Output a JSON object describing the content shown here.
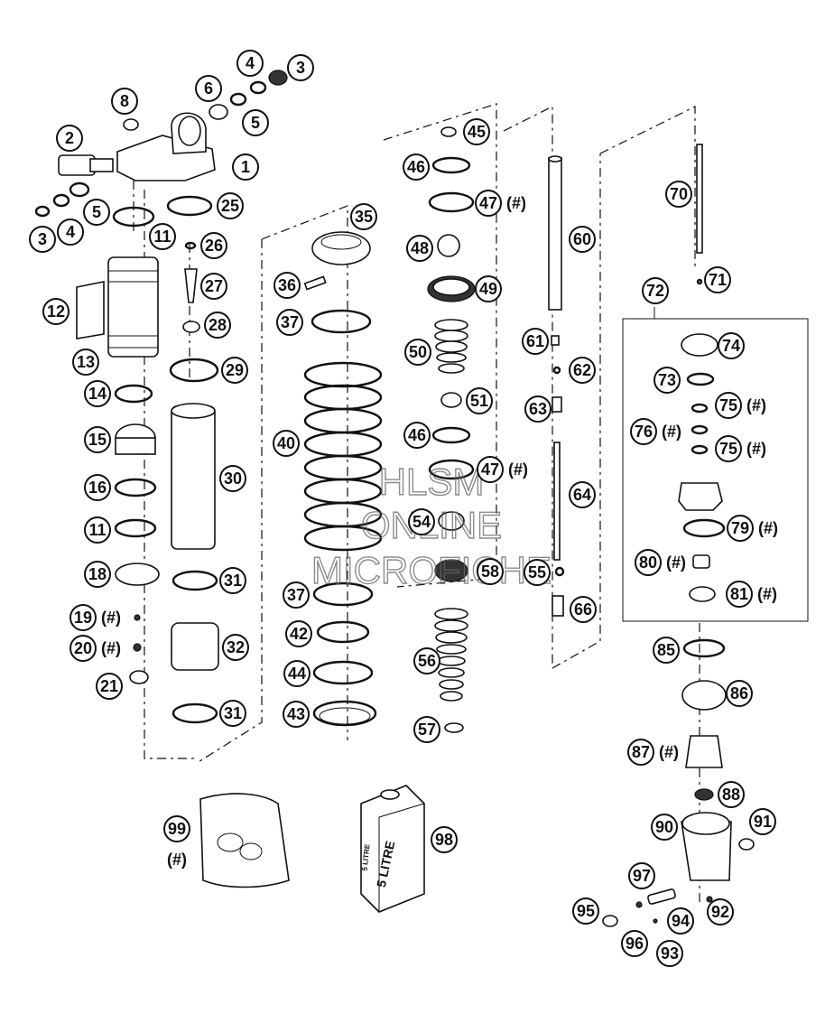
{
  "watermark": {
    "line1": "HLSM",
    "line2": "ONLINE",
    "line3": "MICROFICHE"
  },
  "package_label": "5 LITRE",
  "package_label_small": "5 LITRE",
  "callouts": [
    {
      "id": "p1",
      "label": "1",
      "hash": false
    },
    {
      "id": "p2",
      "label": "2",
      "hash": false
    },
    {
      "id": "p3a",
      "label": "3",
      "hash": false
    },
    {
      "id": "p3b",
      "label": "3",
      "hash": false
    },
    {
      "id": "p4a",
      "label": "4",
      "hash": false
    },
    {
      "id": "p4b",
      "label": "4",
      "hash": false
    },
    {
      "id": "p5a",
      "label": "5",
      "hash": false
    },
    {
      "id": "p5b",
      "label": "5",
      "hash": false
    },
    {
      "id": "p6",
      "label": "6",
      "hash": false
    },
    {
      "id": "p8",
      "label": "8",
      "hash": false
    },
    {
      "id": "p11a",
      "label": "11",
      "hash": false
    },
    {
      "id": "p11b",
      "label": "11",
      "hash": false
    },
    {
      "id": "p12",
      "label": "12",
      "hash": false
    },
    {
      "id": "p13",
      "label": "13",
      "hash": false
    },
    {
      "id": "p14",
      "label": "14",
      "hash": false
    },
    {
      "id": "p15",
      "label": "15",
      "hash": false
    },
    {
      "id": "p16",
      "label": "16",
      "hash": false
    },
    {
      "id": "p18",
      "label": "18",
      "hash": false
    },
    {
      "id": "p19",
      "label": "19",
      "hash": true
    },
    {
      "id": "p20",
      "label": "20",
      "hash": true
    },
    {
      "id": "p21",
      "label": "21",
      "hash": false
    },
    {
      "id": "p25",
      "label": "25",
      "hash": false
    },
    {
      "id": "p26",
      "label": "26",
      "hash": false
    },
    {
      "id": "p27",
      "label": "27",
      "hash": false
    },
    {
      "id": "p28",
      "label": "28",
      "hash": false
    },
    {
      "id": "p29",
      "label": "29",
      "hash": false
    },
    {
      "id": "p30",
      "label": "30",
      "hash": false
    },
    {
      "id": "p31a",
      "label": "31",
      "hash": false
    },
    {
      "id": "p31b",
      "label": "31",
      "hash": false
    },
    {
      "id": "p32",
      "label": "32",
      "hash": false
    },
    {
      "id": "p35",
      "label": "35",
      "hash": false
    },
    {
      "id": "p36",
      "label": "36",
      "hash": false
    },
    {
      "id": "p37a",
      "label": "37",
      "hash": false
    },
    {
      "id": "p37b",
      "label": "37",
      "hash": false
    },
    {
      "id": "p40",
      "label": "40",
      "hash": false
    },
    {
      "id": "p42",
      "label": "42",
      "hash": false
    },
    {
      "id": "p43",
      "label": "43",
      "hash": false
    },
    {
      "id": "p44",
      "label": "44",
      "hash": false
    },
    {
      "id": "p45",
      "label": "45",
      "hash": false
    },
    {
      "id": "p46a",
      "label": "46",
      "hash": false
    },
    {
      "id": "p46b",
      "label": "46",
      "hash": false
    },
    {
      "id": "p47a",
      "label": "47",
      "hash": true
    },
    {
      "id": "p47b",
      "label": "47",
      "hash": true
    },
    {
      "id": "p48",
      "label": "48",
      "hash": false
    },
    {
      "id": "p49",
      "label": "49",
      "hash": false
    },
    {
      "id": "p50",
      "label": "50",
      "hash": false
    },
    {
      "id": "p51",
      "label": "51",
      "hash": false
    },
    {
      "id": "p54",
      "label": "54",
      "hash": false
    },
    {
      "id": "p55",
      "label": "55",
      "hash": false
    },
    {
      "id": "p56",
      "label": "56",
      "hash": false
    },
    {
      "id": "p57",
      "label": "57",
      "hash": false
    },
    {
      "id": "p58",
      "label": "58",
      "hash": false
    },
    {
      "id": "p60",
      "label": "60",
      "hash": false
    },
    {
      "id": "p61",
      "label": "61",
      "hash": false
    },
    {
      "id": "p62",
      "label": "62",
      "hash": false
    },
    {
      "id": "p63",
      "label": "63",
      "hash": false
    },
    {
      "id": "p64",
      "label": "64",
      "hash": false
    },
    {
      "id": "p66",
      "label": "66",
      "hash": false
    },
    {
      "id": "p70",
      "label": "70",
      "hash": false
    },
    {
      "id": "p71",
      "label": "71",
      "hash": false
    },
    {
      "id": "p72",
      "label": "72",
      "hash": false
    },
    {
      "id": "p73",
      "label": "73",
      "hash": false
    },
    {
      "id": "p74",
      "label": "74",
      "hash": false
    },
    {
      "id": "p75a",
      "label": "75",
      "hash": true
    },
    {
      "id": "p75b",
      "label": "75",
      "hash": true
    },
    {
      "id": "p76",
      "label": "76",
      "hash": true
    },
    {
      "id": "p79",
      "label": "79",
      "hash": true
    },
    {
      "id": "p80",
      "label": "80",
      "hash": true
    },
    {
      "id": "p81",
      "label": "81",
      "hash": true
    },
    {
      "id": "p85",
      "label": "85",
      "hash": false
    },
    {
      "id": "p86",
      "label": "86",
      "hash": false
    },
    {
      "id": "p87",
      "label": "87",
      "hash": true
    },
    {
      "id": "p88",
      "label": "88",
      "hash": false
    },
    {
      "id": "p90",
      "label": "90",
      "hash": false
    },
    {
      "id": "p91",
      "label": "91",
      "hash": false
    },
    {
      "id": "p92",
      "label": "92",
      "hash": false
    },
    {
      "id": "p93",
      "label": "93",
      "hash": false
    },
    {
      "id": "p94",
      "label": "94",
      "hash": false
    },
    {
      "id": "p95",
      "label": "95",
      "hash": false
    },
    {
      "id": "p96",
      "label": "96",
      "hash": false
    },
    {
      "id": "p97",
      "label": "97",
      "hash": false
    },
    {
      "id": "p98",
      "label": "98",
      "hash": false
    },
    {
      "id": "p99",
      "label": "99",
      "hash": true
    }
  ],
  "hash_mark": "(#)"
}
